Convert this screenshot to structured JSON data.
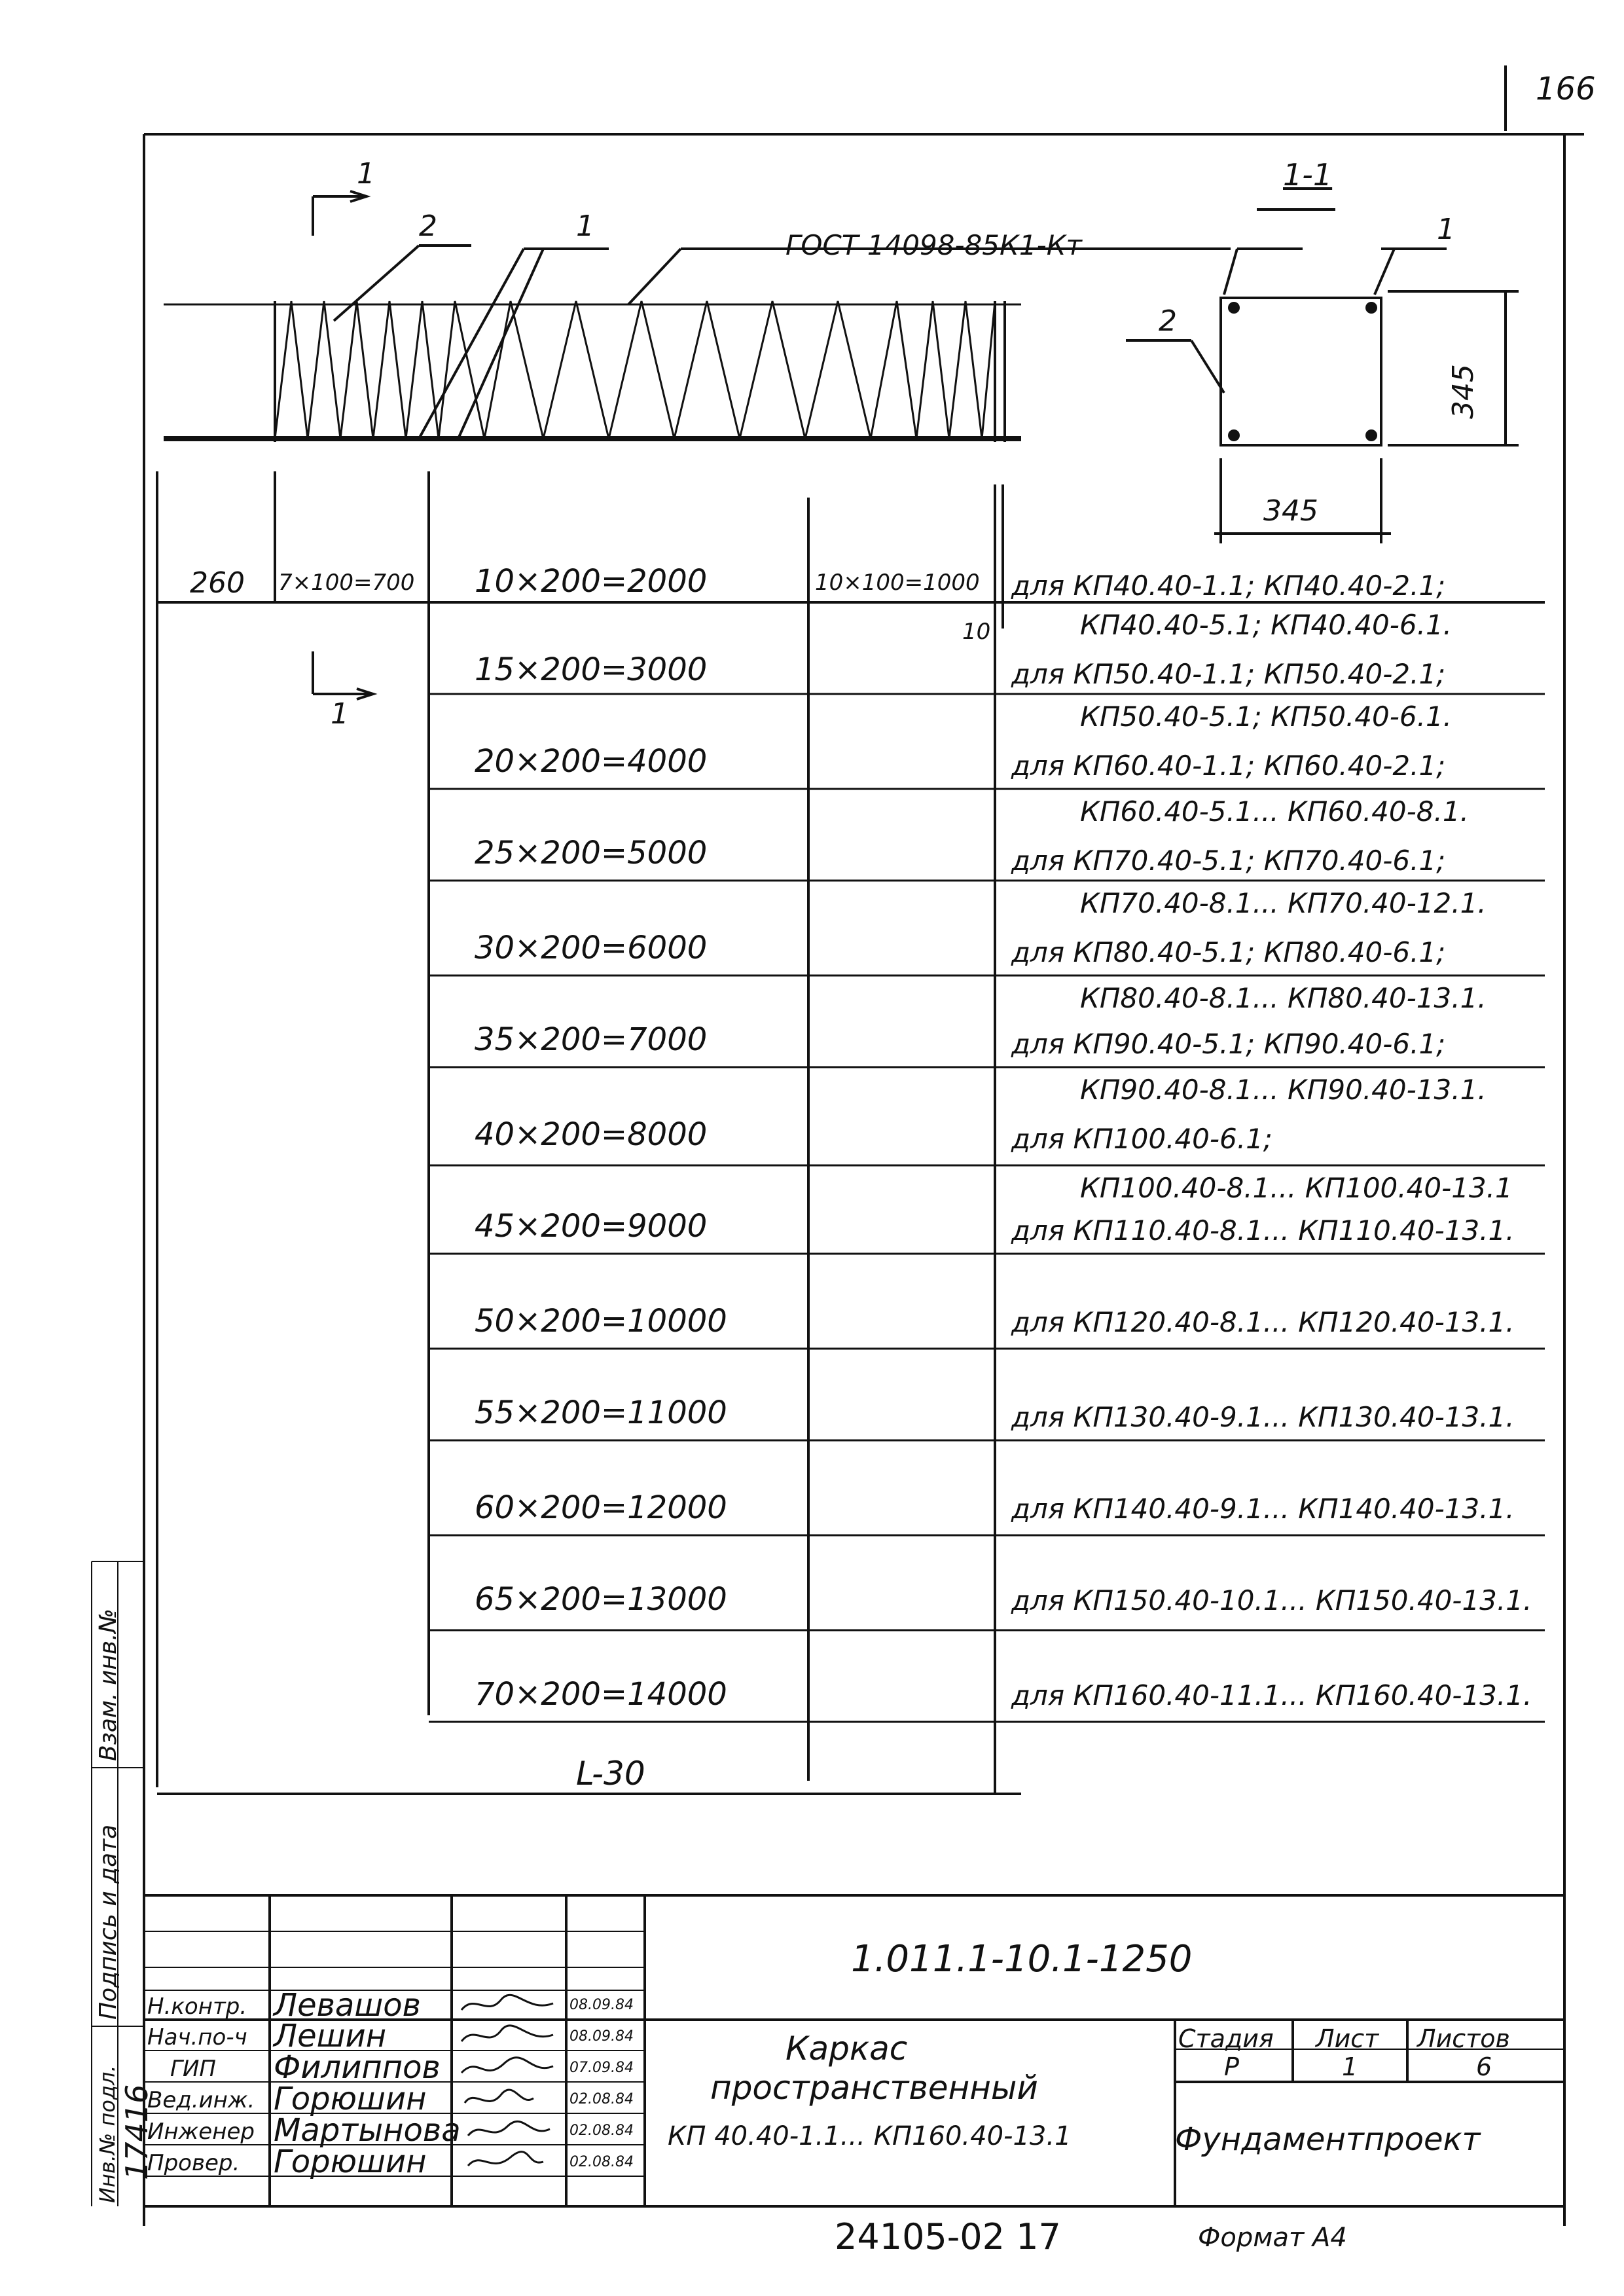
{
  "page_number": "166",
  "drawing": {
    "gost_note": "ГОСТ 14098-85К1-Кт",
    "callout_1": "1",
    "callout_2": "2",
    "section_mark": "1",
    "section_title": "1-1",
    "section_dim_h": "345",
    "section_dim_v": "345",
    "dim_left": "260",
    "dim_first": "7×100=700",
    "dim_last": "10×100=1000",
    "dim_gap": "10",
    "length_label": "L-30"
  },
  "rows": [
    {
      "span": "10×200=2000",
      "use1": "для  КП40.40-1.1; КП40.40-2.1;",
      "use2": "КП40.40-5.1; КП40.40-6.1."
    },
    {
      "span": "15×200=3000",
      "use1": "для  КП50.40-1.1; КП50.40-2.1;",
      "use2": "КП50.40-5.1; КП50.40-6.1."
    },
    {
      "span": "20×200=4000",
      "use1": "для  КП60.40-1.1; КП60.40-2.1;",
      "use2": "КП60.40-5.1... КП60.40-8.1."
    },
    {
      "span": "25×200=5000",
      "use1": "для  КП70.40-5.1; КП70.40-6.1;",
      "use2": "КП70.40-8.1... КП70.40-12.1."
    },
    {
      "span": "30×200=6000",
      "use1": "для  КП80.40-5.1; КП80.40-6.1;",
      "use2": "КП80.40-8.1... КП80.40-13.1."
    },
    {
      "span": "35×200=7000",
      "use1": "для  КП90.40-5.1; КП90.40-6.1;",
      "use2": "КП90.40-8.1... КП90.40-13.1."
    },
    {
      "span": "40×200=8000",
      "use1": "для  КП100.40-6.1;",
      "use2": "КП100.40-8.1... КП100.40-13.1"
    },
    {
      "span": "45×200=9000",
      "use1": "для  КП110.40-8.1... КП110.40-13.1.",
      "use2": ""
    },
    {
      "span": "50×200=10000",
      "use1": "для  КП120.40-8.1... КП120.40-13.1.",
      "use2": ""
    },
    {
      "span": "55×200=11000",
      "use1": "для  КП130.40-9.1... КП130.40-13.1.",
      "use2": ""
    },
    {
      "span": "60×200=12000",
      "use1": "для  КП140.40-9.1... КП140.40-13.1.",
      "use2": ""
    },
    {
      "span": "65×200=13000",
      "use1": "для  КП150.40-10.1... КП150.40-13.1.",
      "use2": ""
    },
    {
      "span": "70×200=14000",
      "use1": "для  КП160.40-11.1... КП160.40-13.1.",
      "use2": ""
    }
  ],
  "side_labels": {
    "inv_subst": "Взам. инв.№",
    "sign_date": "Подпись и дата",
    "inv_orig": "Инв.№ подл.",
    "inv_number": "17416"
  },
  "title_block": {
    "doc_code": "1.011.1-10.1-1250",
    "people": [
      {
        "role": "Н.контр.",
        "name": "Левашов",
        "date": "08.09.84"
      },
      {
        "role": "Нач.по-ч",
        "name": "Лешин",
        "date": "08.09.84"
      },
      {
        "role": "ГИП",
        "name": "Филиппов",
        "date": "07.09.84"
      },
      {
        "role": "Вед.инж.",
        "name": "Горюшин",
        "date": "02.08.84"
      },
      {
        "role": "Инженер",
        "name": "Мартынова",
        "date": "02.08.84"
      },
      {
        "role": "Провер.",
        "name": "Горюшин",
        "date": "02.08.84"
      }
    ],
    "title_line1": "Каркас",
    "title_line2": "пространственный",
    "title_line3": "КП 40.40-1.1... КП160.40-13.1",
    "stage_header": "Стадия",
    "sheet_header": "Лист",
    "sheets_header": "Листов",
    "stage": "Р",
    "sheet": "1",
    "sheets": "6",
    "org": "Фундаментпроект"
  },
  "footer": {
    "number": "24105-02   17",
    "format": "Формат А4"
  }
}
